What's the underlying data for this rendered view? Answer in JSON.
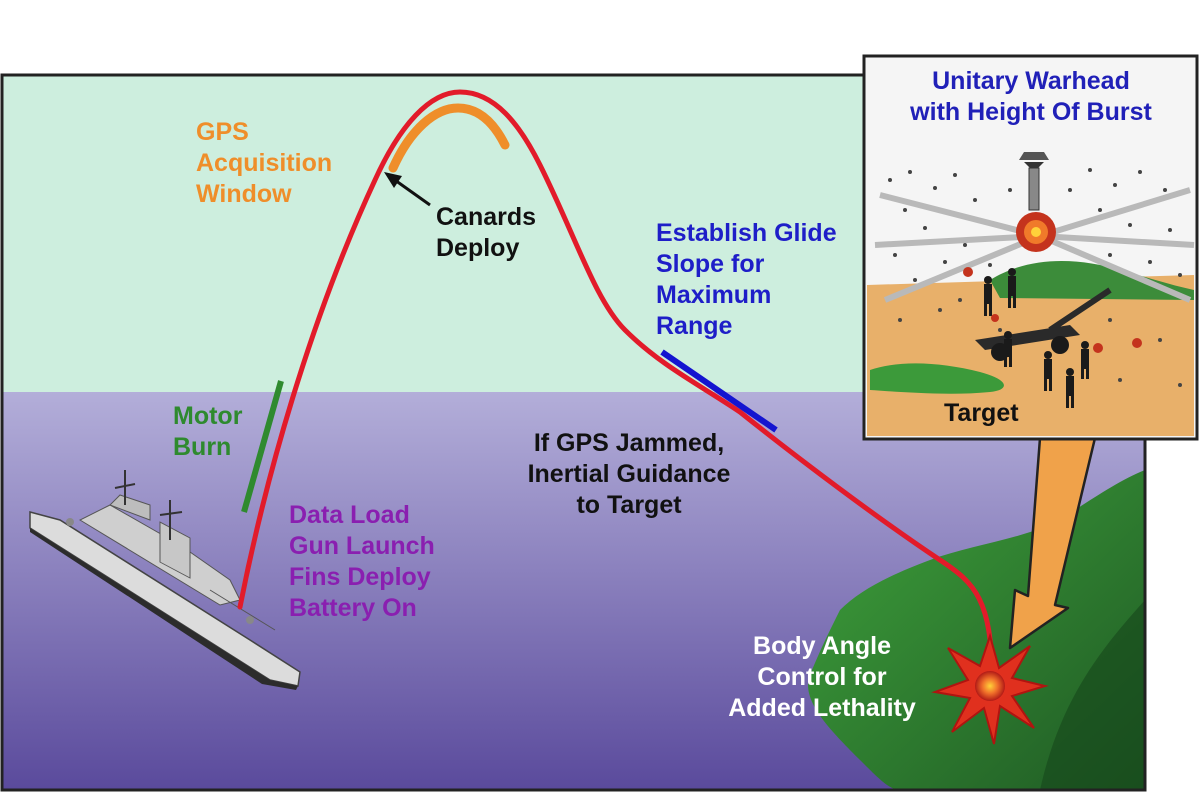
{
  "labels": {
    "gps_window": "GPS\nAcquisition\nWindow",
    "canards": "Canards\nDeploy",
    "glide": "Establish Glide\nSlope for\nMaximum\nRange",
    "motor": "Motor\nBurn",
    "launch": "Data Load\nGun Launch\nFins Deploy\nBattery On",
    "inertial": "If GPS Jammed,\nInertial Guidance\nto Target",
    "body_angle": "Body Angle\nControl for\nAdded Lethality",
    "inset_title": "Unitary Warhead\nwith Height Of Burst",
    "inset_target": "Target"
  },
  "colors": {
    "sky": "#cdeede",
    "sea_top": "#aaa6d6",
    "sea_bottom": "#5a4a9c",
    "land": "#3f9e3a",
    "land_dark": "#1f5a24",
    "trajectory": "#e21b2a",
    "gps_arc": "#ef8e2a",
    "motor_bar": "#2f8a2f",
    "glide_bar": "#1414d0",
    "gps_text": "#ef8e2a",
    "glide_text": "#1e1ec8",
    "motor_text": "#2e8a2e",
    "launch_text": "#8a1fb0",
    "black_text": "#111111",
    "inset_title_text": "#2020b8",
    "inset_ground": "#e8b06a",
    "inset_sky": "#f4f4f4",
    "callout": "#f0a24a",
    "burst": "#e0301e"
  },
  "icons": [
    "ship-icon",
    "explosion-icon",
    "missile-icon",
    "soldier-icon",
    "howitzer-icon"
  ]
}
